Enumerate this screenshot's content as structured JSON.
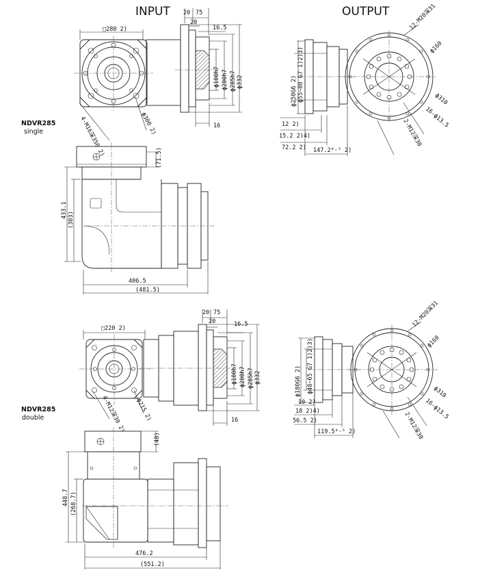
{
  "headers": {
    "input": "INPUT",
    "output": "OUTPUT"
  },
  "models": [
    {
      "name": "NDVR285",
      "variant": "single"
    },
    {
      "name": "NDVR285",
      "variant": "double"
    }
  ],
  "single": {
    "input_dims": {
      "square": "□280  2)",
      "d20": "20",
      "d75": "75",
      "d20b": "20",
      "d16_5": "16.5",
      "h100": "ϕ100h7",
      "h200": "ϕ200h7",
      "h285": "ϕ285h7",
      "h332": "ϕ332",
      "d16": "16",
      "bolt": "4-M16深350  2)",
      "pcd": "ϕ300  2)"
    },
    "output_dims": {
      "holes": "12-M20深31",
      "d160": "ϕ160",
      "d310": "ϕ310",
      "d13_5": "16-ϕ13.5",
      "m12": "2-M12深30",
      "d250": "ϕ250G6  2)",
      "d55": "ϕ55~80 G7  1)2)3)",
      "d12": "12  2)",
      "d15_2": "15.2  2)4)",
      "d72_2": "72.2  2)",
      "d147": "147.2⁰⋅⁵  2)"
    },
    "side_dims": {
      "d71_5": "(71.5)",
      "d433": "433.1",
      "d303": "(303)",
      "d406": "406.5",
      "d481": "(481.5)"
    }
  },
  "double": {
    "input_dims": {
      "square": "□220  2)",
      "d20": "20",
      "d75": "75",
      "d20b": "20",
      "d16_5": "16.5",
      "h100": "ϕ100h7",
      "h200": "ϕ200h7",
      "h285": "ϕ285h7",
      "h332": "ϕ332",
      "d16": "16",
      "bolt": "4-M12深30  2)",
      "pcd": "ϕ215  2)"
    },
    "output_dims": {
      "holes": "12-M20深31",
      "d160": "ϕ160",
      "d310": "ϕ310",
      "d13_5": "16-ϕ13.5",
      "m12": "2-M12深30",
      "d180": "ϕ180G6  2)",
      "d48": "ϕ48~65 G7  1)2)3)",
      "d10": "10  2)",
      "d18": "18  2)4)",
      "d56_5": "56.5  2)",
      "d119": "119.5⁰⋅⁵  2)"
    },
    "side_dims": {
      "d48": "(48)",
      "d448": "448.7",
      "d268": "(268.7)",
      "d476": "476.2",
      "d551": "(551.2)"
    }
  }
}
